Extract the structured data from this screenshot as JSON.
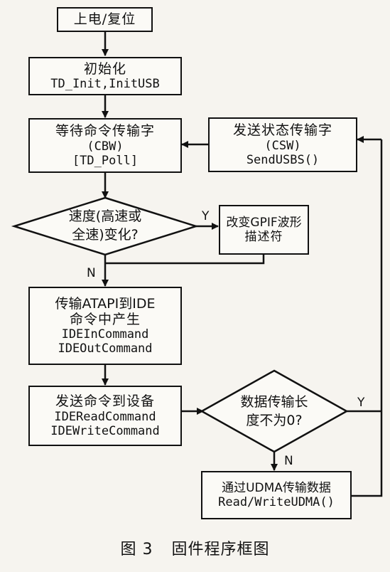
{
  "nodes": {
    "power_reset": {
      "lines": [
        "上电/复位"
      ]
    },
    "init": {
      "lines": [
        "初始化",
        "TD_Init,InitUSB"
      ]
    },
    "wait_cbw": {
      "lines": [
        "等待命令传输字",
        "(CBW)",
        "[TD_Poll]"
      ]
    },
    "send_csw": {
      "lines": [
        "发送状态传输字",
        "(CSW)",
        "SendUSBS()"
      ]
    },
    "speed_check": {
      "lines": [
        "速度(高速或",
        "全速)变化?"
      ]
    },
    "change_gpif": {
      "lines": [
        "改变GPIF波形",
        "描述符"
      ]
    },
    "atapi_ide": {
      "lines": [
        "传输ATAPI到IDE",
        "命令中产生",
        "IDEInCommand",
        "IDEOutCommand"
      ]
    },
    "send_cmd": {
      "lines": [
        "发送命令到设备",
        "IDEReadCommand",
        "IDEWriteCommand"
      ]
    },
    "length_check": {
      "lines": [
        "数据传输长",
        "度不为0?"
      ]
    },
    "udma": {
      "lines": [
        "通过UDMA传输数据",
        "Read/WriteUDMA()"
      ]
    }
  },
  "edge_labels": {
    "speed_yes": "Y",
    "speed_no": "N",
    "length_yes": "Y",
    "length_no": "N"
  },
  "caption": {
    "figure": "图 3",
    "title": "固件程序框图"
  }
}
